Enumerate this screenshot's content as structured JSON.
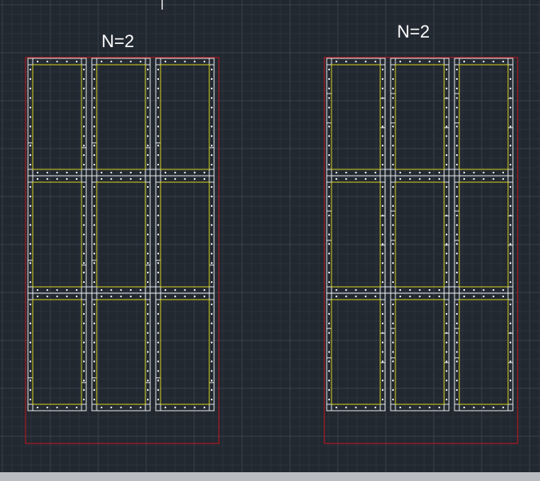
{
  "drawing": {
    "labels": {
      "left": "N=2",
      "right": "N=2"
    },
    "colors": {
      "background": "#212830",
      "grid_minor": "#2b323b",
      "grid_major": "#39414b",
      "boundary": "#c8161d",
      "panel": "#d8d21f",
      "outline": "#e8e8e8",
      "hole": "#ffffff",
      "statusbar": "#b9bcc0"
    },
    "layouts": [
      {
        "name": "left-layout",
        "rows": 3,
        "cols": 3
      },
      {
        "name": "right-layout",
        "rows": 3,
        "cols": 3
      }
    ]
  }
}
